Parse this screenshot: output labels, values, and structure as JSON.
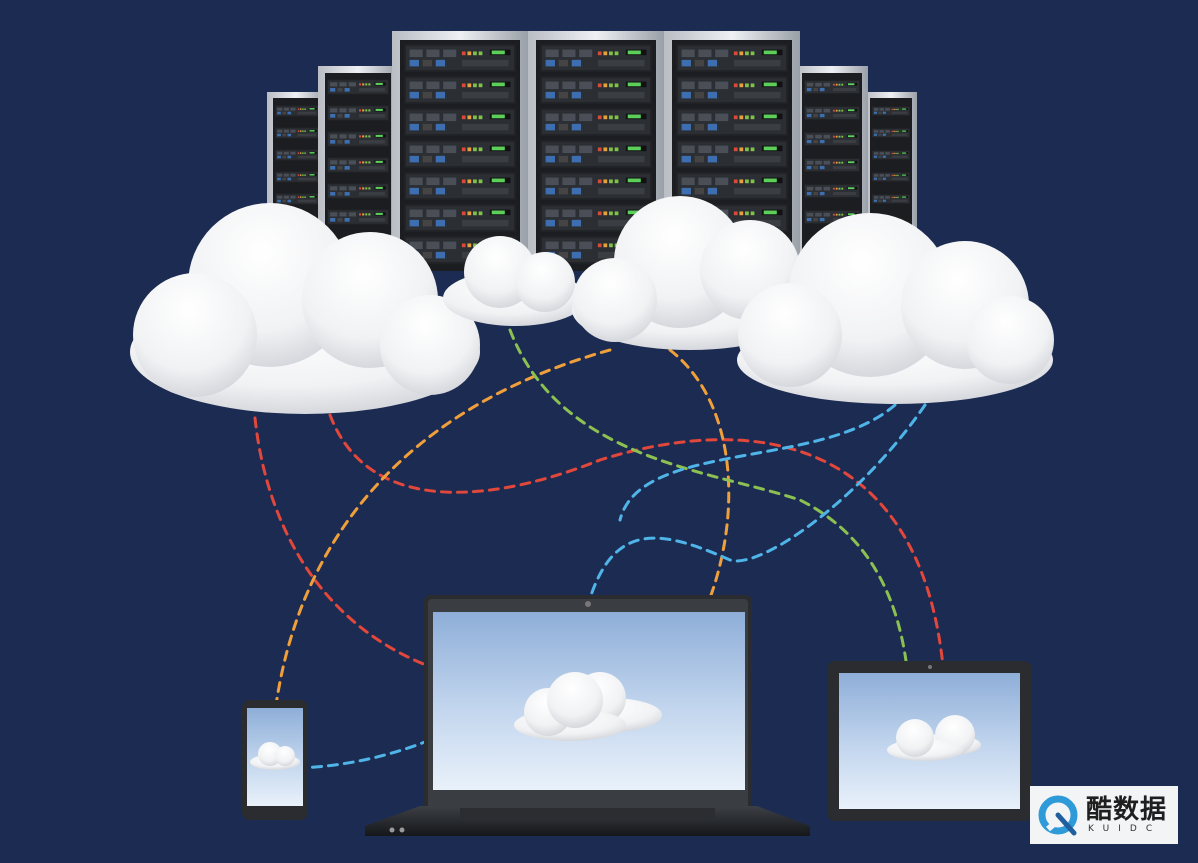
{
  "scene": {
    "background_color": "#1c2b52",
    "subjects": [
      "server-rack",
      "cloud",
      "laptop",
      "smartphone",
      "tablet",
      "dashed-connection-lines"
    ],
    "connection_colors": [
      "#e2473b",
      "#f0a03a",
      "#8cc152",
      "#4fb5e8"
    ]
  },
  "watermark": {
    "brand_cn": "酷数据",
    "brand_en": "KUIDC",
    "accent_color": "#2f9ad8"
  }
}
